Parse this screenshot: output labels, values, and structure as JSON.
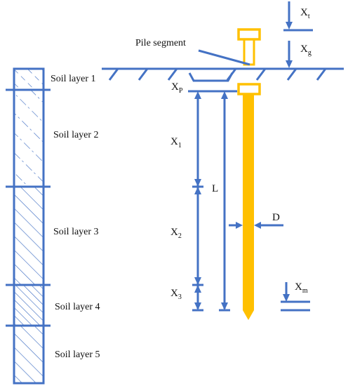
{
  "layers": [
    {
      "label": "Soil layer 1"
    },
    {
      "label": "Soil layer 2"
    },
    {
      "label": "Soil layer 3"
    },
    {
      "label": "Soil layer 4"
    },
    {
      "label": "Soil layer 5"
    }
  ],
  "labels": {
    "pile_segment": "Pile segment",
    "xt_main": "X",
    "xt_sub": "t",
    "xg_main": "X",
    "xg_sub": "g",
    "xp_main": "X",
    "xp_sub": "P",
    "x1_main": "X",
    "x1_sub": "1",
    "x2_main": "X",
    "x2_sub": "2",
    "x3_main": "X",
    "x3_sub": "3",
    "xm_main": "X",
    "xm_sub": "m",
    "L": "L",
    "D": "D"
  },
  "colors": {
    "line": "#4472C4",
    "pile": "#FFC000",
    "text": "#111111",
    "background": "#ffffff"
  }
}
